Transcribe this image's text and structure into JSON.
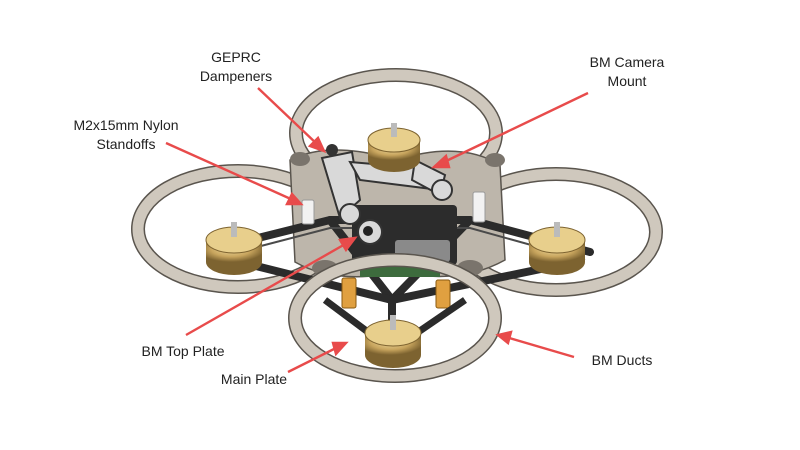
{
  "labels": {
    "geprc": {
      "line1": "GEPRC",
      "line2": "Dampeners"
    },
    "camera": {
      "line1": "BM Camera",
      "line2": "Mount"
    },
    "standoffs": {
      "line1": "M2x15mm Nylon",
      "line2": "Standoffs"
    },
    "top_plate": {
      "text": "BM Top Plate"
    },
    "main_plate": {
      "text": "Main Plate"
    },
    "ducts": {
      "text": "BM Ducts"
    }
  },
  "colors": {
    "arrow": "#e84b4b",
    "duct": "#cfc8bd",
    "duct_edge": "#5a554e",
    "carbon": "#2b2b2b",
    "motor": "#c8a55e"
  }
}
